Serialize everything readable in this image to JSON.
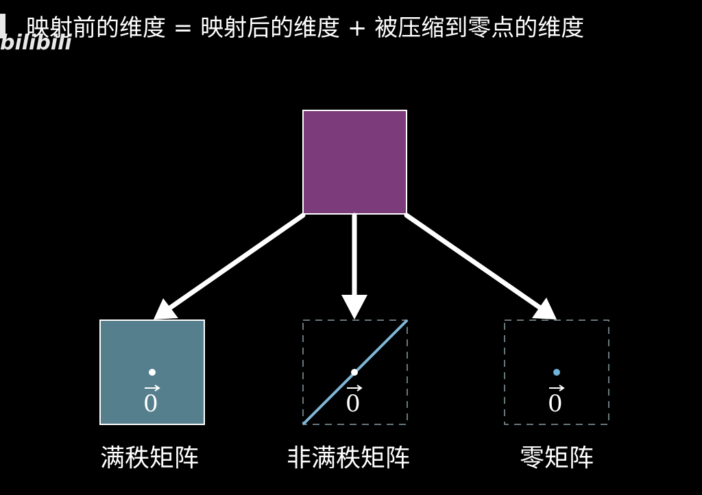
{
  "title": "映射前的维度 = 映射后的维度 + 被压缩到零点的维度",
  "logo": {
    "text": "bilibili"
  },
  "source_box": {
    "fill": "#7c3b7b",
    "stroke": "#ffffff"
  },
  "targets": [
    {
      "caption": "满秩矩阵",
      "zero_label": "0",
      "fill": "#567f8d",
      "point_color": "#ffffff"
    },
    {
      "caption": "非满秩矩阵",
      "zero_label": "0",
      "line_color": "#7fb6d6",
      "point_color": "#ffffff"
    },
    {
      "caption": "零矩阵",
      "zero_label": "0",
      "point_color": "#6fb3d8"
    }
  ],
  "colors": {
    "background": "#000000",
    "arrow": "#ffffff",
    "dashed_border": "#8aa0a8",
    "text": "#ffffff"
  }
}
